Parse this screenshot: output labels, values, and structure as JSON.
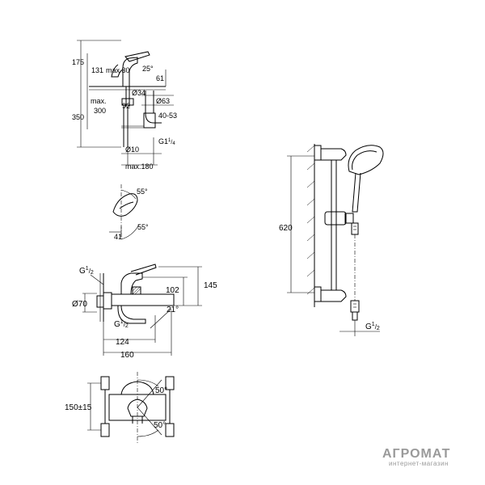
{
  "basin_mixer": {
    "dims": {
      "d175": "175",
      "d131": "131",
      "max30": "max 30",
      "a25": "25°",
      "d61": "61",
      "d34": "Ø34",
      "d63": "Ø63",
      "d92": "92",
      "max_label": "max.",
      "d300": "300",
      "d350": "350",
      "d4053": "40-53",
      "d10": "Ø10",
      "g14": "G1",
      "g14_sup": "1",
      "g14_sub": "4",
      "max180": "max.180"
    }
  },
  "lever_detail": {
    "dims": {
      "a55_top": "55°",
      "a55_bottom": "55°",
      "d41": "41"
    }
  },
  "bath_mixer_side": {
    "dims": {
      "g12_top": "G",
      "g12_top_sup": "1",
      "g12_top_sub": "2",
      "d102": "102",
      "d145": "145",
      "d70": "Ø70",
      "a21": "21°",
      "g12_bottom": "G",
      "g12_bottom_sup": "1",
      "g12_bottom_sub": "2",
      "d124": "124",
      "d160": "160"
    }
  },
  "bath_mixer_front": {
    "dims": {
      "a50_top": "50°",
      "d150": "150±15",
      "a50_bottom": "50°"
    }
  },
  "shower_set": {
    "dims": {
      "d620": "620",
      "g12": "G",
      "g12_sup": "1",
      "g12_sub": "2"
    }
  },
  "watermark": {
    "brand": "АГРОМАТ",
    "sub": "интернет-магазин"
  }
}
